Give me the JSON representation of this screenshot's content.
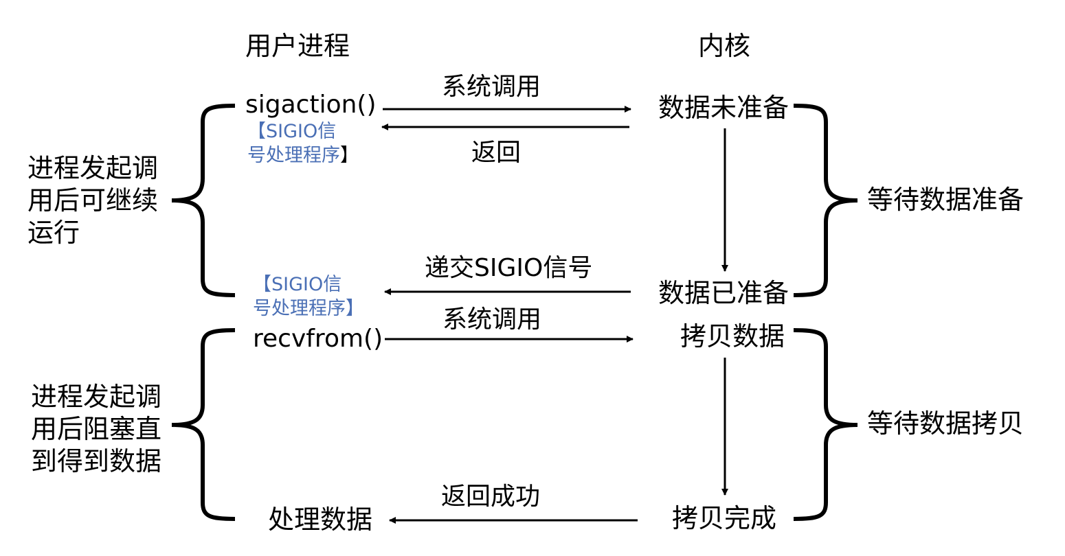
{
  "colors": {
    "line": "#000000",
    "handler_text": "#4A6FB5",
    "background": "#ffffff"
  },
  "headers": {
    "user_process": "用户进程",
    "kernel": "内核"
  },
  "user": {
    "sigaction": "sigaction()",
    "recvfrom": "recvfrom()",
    "process_data": "处理数据",
    "handler_1": {
      "open": "【",
      "text_a": "SIGIO信",
      "text_b": "号处理程序",
      "close": "】"
    },
    "handler_2": {
      "open": "【",
      "text_a": "SIGIO信",
      "text_b": "号处理程序",
      "close": "】"
    }
  },
  "kernel": {
    "data_not_ready": "数据未准备",
    "data_ready": "数据已准备",
    "copy_data": "拷贝数据",
    "copy_done": "拷贝完成"
  },
  "arrows": {
    "syscall_1": "系统调用",
    "return_1": "返回",
    "deliver_signal": "递交SIGIO信号",
    "syscall_2": "系统调用",
    "return_success": "返回成功"
  },
  "left_notes": {
    "top": "进程发起调\n用后可继续\n运行",
    "bottom": "进程发起调\n用后阻塞直\n到得到数据"
  },
  "right_notes": {
    "top": "等待数据准备",
    "bottom": "等待数据拷贝"
  }
}
